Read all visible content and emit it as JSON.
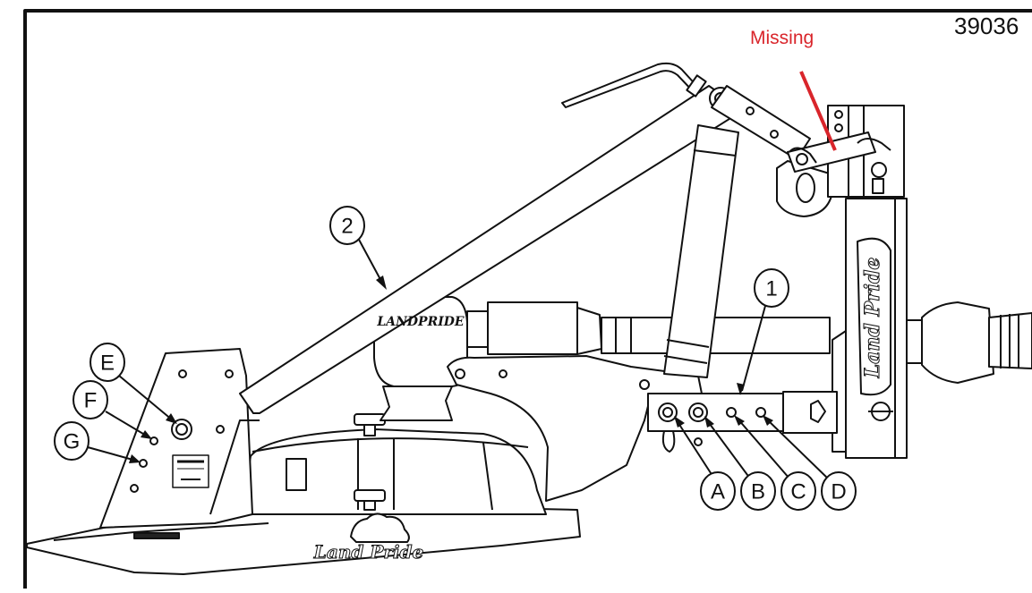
{
  "document": {
    "number": "39036"
  },
  "annotation": {
    "text": "Missing",
    "color": "#d9252b"
  },
  "callouts": {
    "two": "2",
    "one": "1",
    "e": "E",
    "f": "F",
    "g": "G",
    "a": "A",
    "b": "B",
    "c": "C",
    "d": "D"
  },
  "logos": {
    "deck": "Land Pride",
    "gearbox": "LANDPRIDE",
    "mast": "Land Pride"
  },
  "colors": {
    "line": "#111111",
    "fill": "#ffffff",
    "highlight": "#d9252b"
  }
}
